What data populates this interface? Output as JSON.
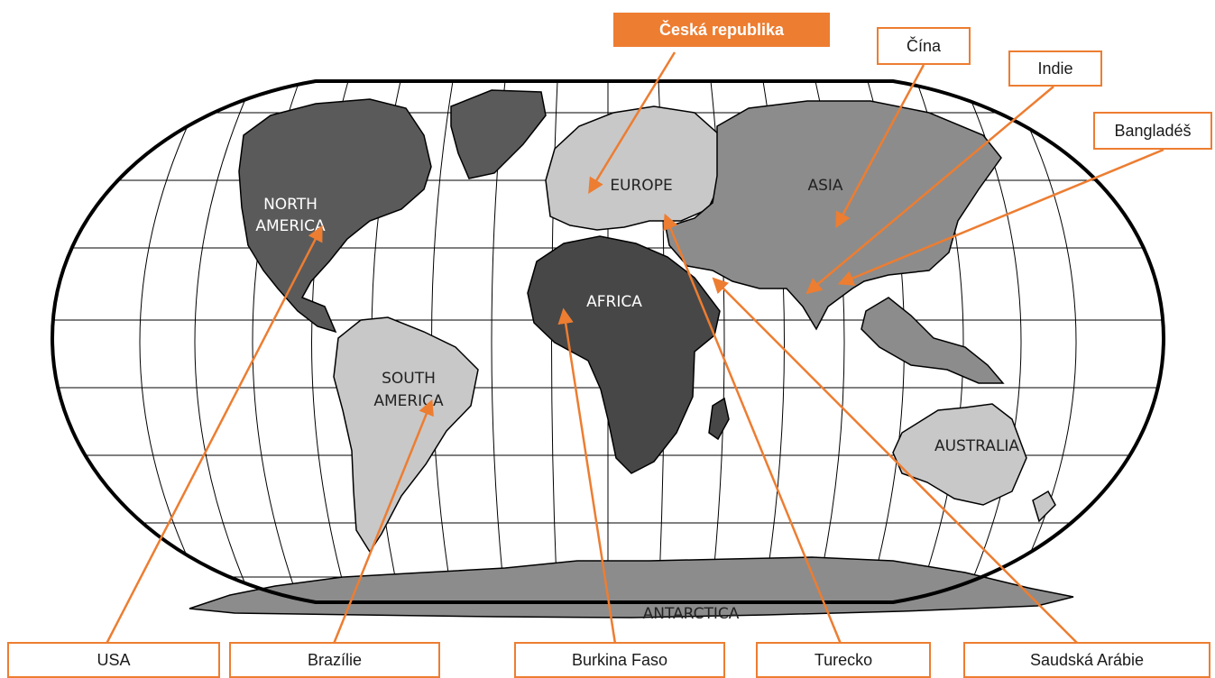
{
  "map": {
    "continents": {
      "north_america": [
        "NORTH",
        "AMERICA"
      ],
      "south_america": [
        "SOUTH",
        "AMERICA"
      ],
      "europe": "EUROPE",
      "africa": "AFRICA",
      "asia": "ASIA",
      "australia": "AUSTRALIA",
      "antarctica": "ANTARCTICA"
    },
    "countries": {
      "czech": "Česká republika",
      "china": "Čína",
      "india": "Indie",
      "bangladesh": "Bangladéš",
      "usa": "USA",
      "brazil": "Brazílie",
      "burkina": "Burkina Faso",
      "turkey": "Turecko",
      "saudi": "Saudská Arábie"
    },
    "colors": {
      "accent": "#ed7d31",
      "land_dark": "#5a5a5a",
      "land_mid": "#8c8c8c",
      "land_light": "#c8c8c8",
      "africa": "#474747",
      "ocean": "#ffffff",
      "grid": "#000000"
    }
  }
}
